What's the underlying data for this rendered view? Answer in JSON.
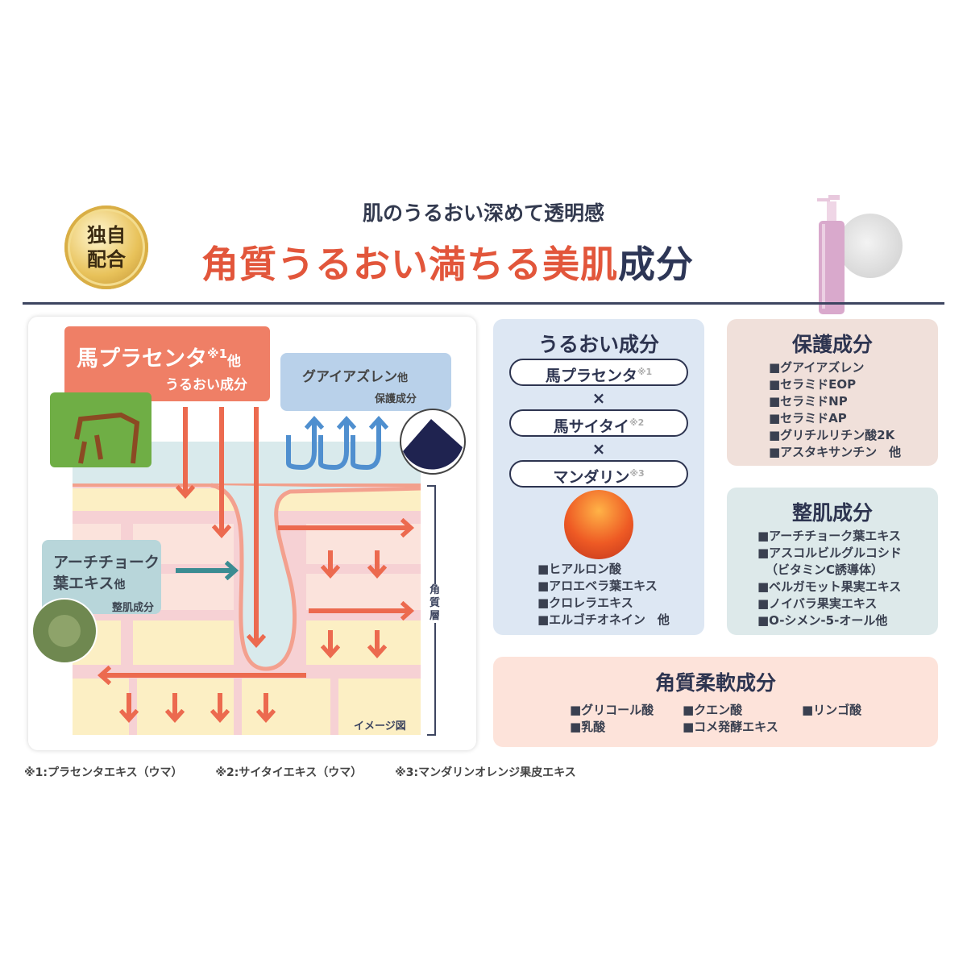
{
  "badge": {
    "line1": "独自",
    "line2": "配合"
  },
  "header": {
    "subtitle": "肌のうるおい深めて透明感",
    "title_red": "角質うるおい満ちる美肌",
    "title_navy": "成分"
  },
  "diagram": {
    "placenta_title": "馬プラセンタ",
    "placenta_note": "※1",
    "placenta_suffix": "他",
    "placenta_sub": "うるおい成分",
    "azulene_title": "グアイアズレン",
    "azulene_suffix": "他",
    "azulene_sub": "保護成分",
    "artichoke_line1": "アーチチョーク",
    "artichoke_line2": "葉エキス",
    "artichoke_suffix": "他",
    "artichoke_sub": "整肌成分",
    "layer_label": "角質層",
    "image_note": "イメージ図"
  },
  "moisture": {
    "title": "うるおい成分",
    "pills": [
      {
        "label": "馬プラセンタ",
        "note": "※1"
      },
      {
        "label": "馬サイタイ",
        "note": "※2"
      },
      {
        "label": "マンダリン",
        "note": "※3"
      }
    ],
    "times": "×",
    "items": [
      "■ヒアルロン酸",
      "■アロエベラ葉エキス",
      "■クロレラエキス",
      "■エルゴチオネイン　他"
    ]
  },
  "protect": {
    "title": "保護成分",
    "items": [
      "■グアイアズレン",
      "■セラミドEOP",
      "■セラミドNP",
      "■セラミドAP",
      "■グリチルリチン酸2K",
      "■アスタキサンチン　他"
    ]
  },
  "skin": {
    "title": "整肌成分",
    "items": [
      "■アーチチョーク葉エキス",
      "■アスコルビルグルコシド",
      "（ビタミンC誘導体）",
      "■ベルガモット果実エキス",
      "■ノイバラ果実エキス",
      "■O-シメン-5-オール他"
    ]
  },
  "soft": {
    "title": "角質柔軟成分",
    "items": [
      "■グリコール酸",
      "■クエン酸",
      "■リンゴ酸",
      "■乳酸",
      "■コメ発酵エキス"
    ]
  },
  "footnotes": [
    "※1:プラセンタエキス（ウマ）",
    "※2:サイタイエキス（ウマ）",
    "※3:マンダリンオレンジ果皮エキス"
  ],
  "colors": {
    "red": "#e2563b",
    "navy": "#2d3656",
    "arrow": "#ec6a4f",
    "blue_arrow": "#4f8fcf"
  }
}
